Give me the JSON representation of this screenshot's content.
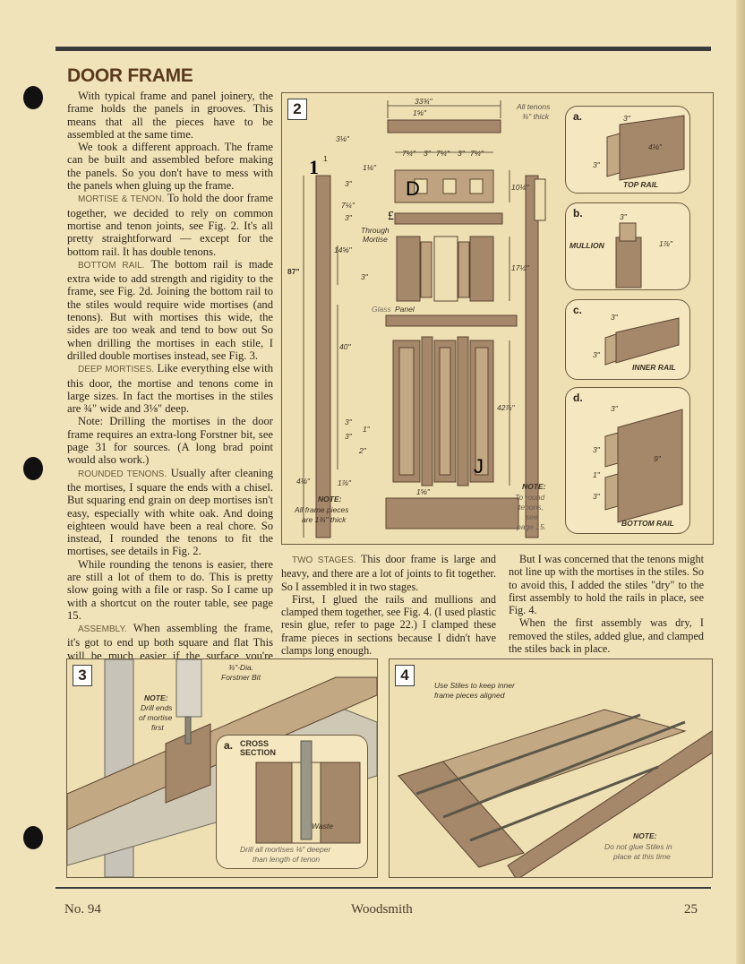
{
  "heading": "DOOR FRAME",
  "body_left": {
    "p1": "With typical frame and panel joinery, the frame holds the panels in grooves. This means that all the pieces have to be assembled at the same time.",
    "p2": "We took a different approach. The frame can be built and assembled before making the panels. So you don't have to mess with the panels when gluing up the frame.",
    "p3_runin": "MORTISE & TENON.",
    "p3": "To hold the door frame together, we decided to rely on common mortise and tenon joints, see Fig. 2. It's all pretty straightforward — except for the bottom rail. It has double tenons.",
    "p4_runin": "BOTTOM RAIL.",
    "p4": "The bottom rail is made extra wide to add strength and rigidity to the frame, see Fig. 2d. Joining the bottom rail to the stiles would require wide mortises (and tenons). But with mortises this wide, the sides are too weak and tend to bow out So when drilling the mortises in each stile, I drilled double mortises instead, see Fig. 3.",
    "p5_runin": "DEEP MORTISES.",
    "p5": "Like everything else with this door, the mortise and tenons come in large sizes. In fact the mortises in the stiles are ¾\" wide and 3⅛\" deep.",
    "p6": "Note: Drilling the mortises in the door frame requires an extra-long Forstner bit, see page 31 for sources. (A long brad point would also work.)",
    "p7_runin": "ROUNDED TENONS.",
    "p7": "Usually after cleaning the mortises, I square the ends with a chisel. But squaring end grain on deep mortises isn't easy, especially with white oak. And doing eighteen would have been a real chore. So instead, I rounded the tenons to fit the mortises, see details in Fig. 2.",
    "p8": "While rounding the tenons is easier, there are still a lot of them to do. This is pretty slow going with a file or rasp. So I came up with a shortcut on the router table, see page 15.",
    "p9_runin": "ASSEMBLY.",
    "p9": "When assembling the frame, it's got to end up both square and flat This will be much easier if the surface you're working on is flat too. I used an old solid core door, but a sheet of plywood will also work."
  },
  "body_mid": {
    "p1_runin": "TWO STAGES.",
    "p1": "This door frame is large and heavy, and there are a lot of joints to fit together. So I assembled it in two stages.",
    "p2": "First, I glued the rails and mullions and clamped them together, see Fig. 4. (I used plastic resin glue, refer to page 22.) I clamped these frame pieces in sections because I didn't have clamps long enough."
  },
  "body_right": {
    "p1": "But I was concerned that the tenons might not line up with the mortises in the stiles. So to avoid this, I added the stiles \"dry\" to the first assembly to hold the rails in place, see Fig. 4.",
    "p2": "When the first assembly was dry, I removed the stiles, added glue, and clamped the stiles back in place."
  },
  "fig2": {
    "number": "2",
    "dims": {
      "overall_width": "33¾\"",
      "tenon_1": "1⅝\"",
      "top_3_1": "3⅛\"",
      "top_1_1": "1⅛\"",
      "w1": "7¼\"",
      "w2": "3\"",
      "w3": "7¼\"",
      "w4": "3\"",
      "w5": "7¼\"",
      "h1": "10⅛\"",
      "h2": "7¼\"",
      "h3": "14⅝\"",
      "h4": "17½\"",
      "h5": "40\"",
      "h6": "42⅞\"",
      "height": "87\"",
      "s1": "3\"",
      "s2": "3\"",
      "s3": "3\"",
      "s4": "3\"",
      "s5": "3\"",
      "b1": "1\"",
      "b2": "2\"",
      "w_stile": "4⅛\"",
      "w_tenon": "1⅞\"",
      "bottom_tenon": "1⅝\""
    },
    "labels": {
      "all_tenons_1": "All tenons",
      "all_tenons_2": "¾\" thick",
      "through_1": "Through",
      "through_2": "Mortise",
      "glass_1": "Glass",
      "glass_2": "Panel",
      "note_title": "NOTE:",
      "note_1": "All frame pieces",
      "note_2": "are 1¾\" thick",
      "note2_title": "NOTE:",
      "note2_1": "To round",
      "note2_2": "tenons,",
      "note2_3": "see",
      "note2_4": "page 15."
    },
    "details": {
      "a_letter": "a.",
      "a_label": "TOP RAIL",
      "a_d1": "3\"",
      "a_d2": "4⅛\"",
      "a_d3": "3\"",
      "b_letter": "b.",
      "b_label": "MULLION",
      "b_d1": "3\"",
      "b_d2": "1⅞\"",
      "c_letter": "c.",
      "c_label": "INNER RAIL",
      "c_d1": "3\"",
      "c_d2": "3\"",
      "d_letter": "d.",
      "d_label": "BOTTOM RAIL",
      "d_d1": "3\"",
      "d_d2": "9\"",
      "d_d3": "3\"",
      "d_d4": "1\"",
      "d_d5": "3\""
    },
    "scan_marks": {
      "m1": "1",
      "m1s": "1",
      "m2": "D",
      "m3": "£",
      "m4": "J"
    }
  },
  "fig3": {
    "number": "3",
    "bit_1": "¾\"-Dia.",
    "bit_2": "Forstner Bit",
    "note_title": "NOTE:",
    "note_1": "Drill ends",
    "note_2": "of mortise",
    "note_3": "first",
    "detail_letter": "a.",
    "detail_title_1": "CROSS",
    "detail_title_2": "SECTION",
    "waste": "Waste",
    "caption_1": "Drill all mortises ⅛\" deeper",
    "caption_2": "than length of tenon"
  },
  "fig4": {
    "number": "4",
    "callout_1": "Use Stiles to keep inner",
    "callout_2": "frame pieces aligned",
    "note_title": "NOTE:",
    "note_1": "Do not glue Stiles in",
    "note_2": "place at this time"
  },
  "footer": {
    "issue": "No. 94",
    "magazine": "Woodsmith",
    "page": "25"
  },
  "colors": {
    "paper": "#f1e3b9",
    "wood": "#a5876a",
    "wood_dark": "#7c6248",
    "heading": "#5a3a1f"
  }
}
